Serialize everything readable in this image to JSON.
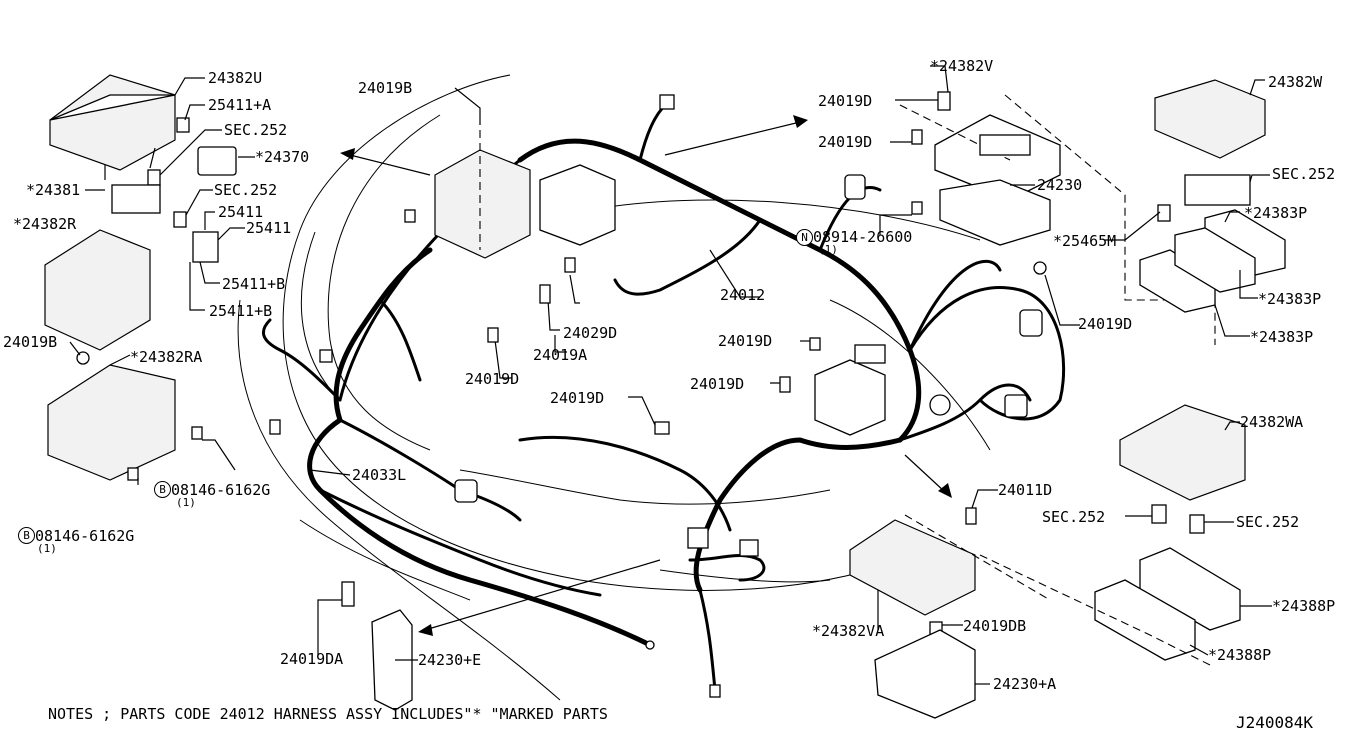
{
  "labels": {
    "p24382U": "24382U",
    "p25411A": "25411+A",
    "sec252a": "SEC.252",
    "p24370": "*24370",
    "p24381": "*24381",
    "sec252b": "SEC.252",
    "p24382R": "*24382R",
    "p25411_1": "25411",
    "p25411_2": "25411",
    "p25411B_1": "25411+B",
    "p25411B_2": "25411+B",
    "p24019B_a": "24019B",
    "p24019B_b": "24019B",
    "p24382RA": "*24382RA",
    "bolt_a": "08146-6162G",
    "bolt_b": "08146-6162G",
    "qty_a": "(1)",
    "qty_b": "(1)",
    "p24033L": "24033L",
    "p24019DA": "24019DA",
    "p24230E": "24230+E",
    "p24019D_1": "24019D",
    "p24029D": "24029D",
    "p24019A": "24019A",
    "p24012": "24012",
    "p24382V": "*24382V",
    "p24019D_2": "24019D",
    "p24019D_3": "24019D",
    "p24230": "24230",
    "nut": "08914-26600",
    "qty_c": "(1)",
    "p24019D_4": "24019D",
    "p24019D_5": "24019D",
    "p24019D_6": "24019D",
    "p24019D_7": "24019D",
    "p24382W": "24382W",
    "sec252c": "SEC.252",
    "p24383P_1": "*24383P",
    "p25465M": "*25465M",
    "p24383P_2": "*24383P",
    "p24383P_3": "*24383P",
    "p24382WA": "24382WA",
    "p24011D": "24011D",
    "sec252d": "SEC.252",
    "sec252e": "SEC.252",
    "p24388P_1": "*24388P",
    "p24388P_2": "*24388P",
    "p24382VA": "*24382VA",
    "p24019DB": "24019DB",
    "p24230A": "24230+A"
  },
  "markers": {
    "b": "B",
    "n": "N"
  },
  "notes": "NOTES ; PARTS CODE 24012 HARNESS ASSY INCLUDES\"* \"MARKED PARTS",
  "diagram_code": "J240084K"
}
